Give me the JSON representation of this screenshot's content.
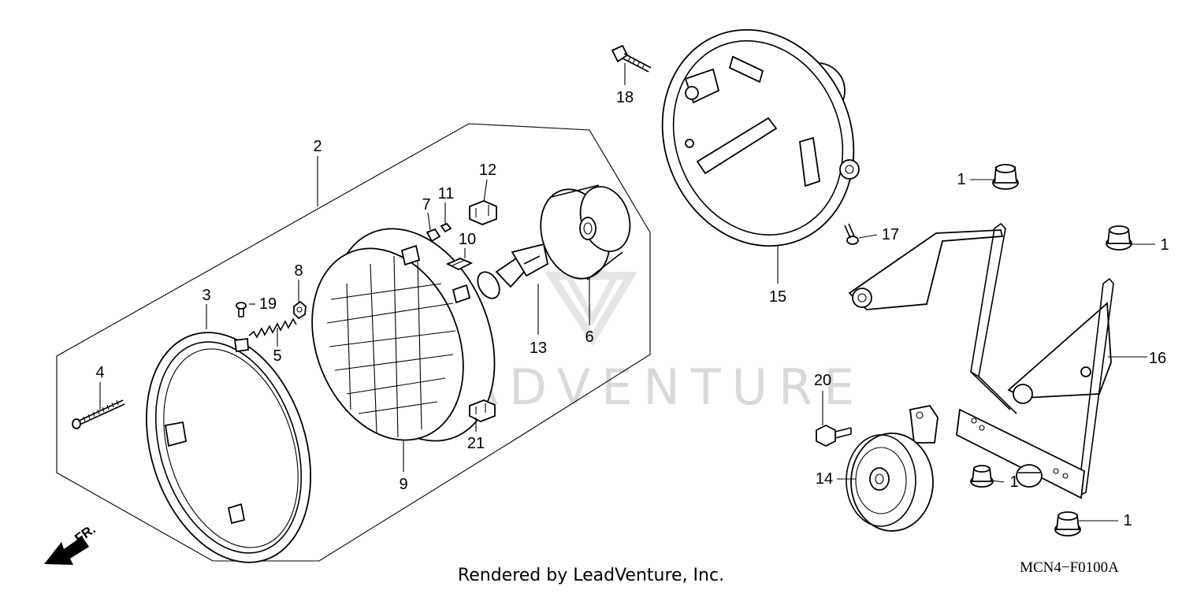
{
  "diagram": {
    "callouts": {
      "p1a": "1",
      "p1b": "1",
      "p1c": "1",
      "p1d": "1",
      "p2": "2",
      "p3": "3",
      "p4": "4",
      "p5": "5",
      "p6": "6",
      "p7": "7",
      "p8": "8",
      "p9": "9",
      "p10": "10",
      "p11": "11",
      "p12": "12",
      "p13": "13",
      "p14": "14",
      "p15": "15",
      "p16": "16",
      "p17": "17",
      "p18": "18",
      "p19": "19",
      "p20": "20",
      "p21": "21"
    },
    "direction_label": "FR.",
    "diagram_code": "MCN4−F0100A",
    "watermark": "LEADVENTURE",
    "credit": "Rendered by LeadVenture, Inc."
  }
}
